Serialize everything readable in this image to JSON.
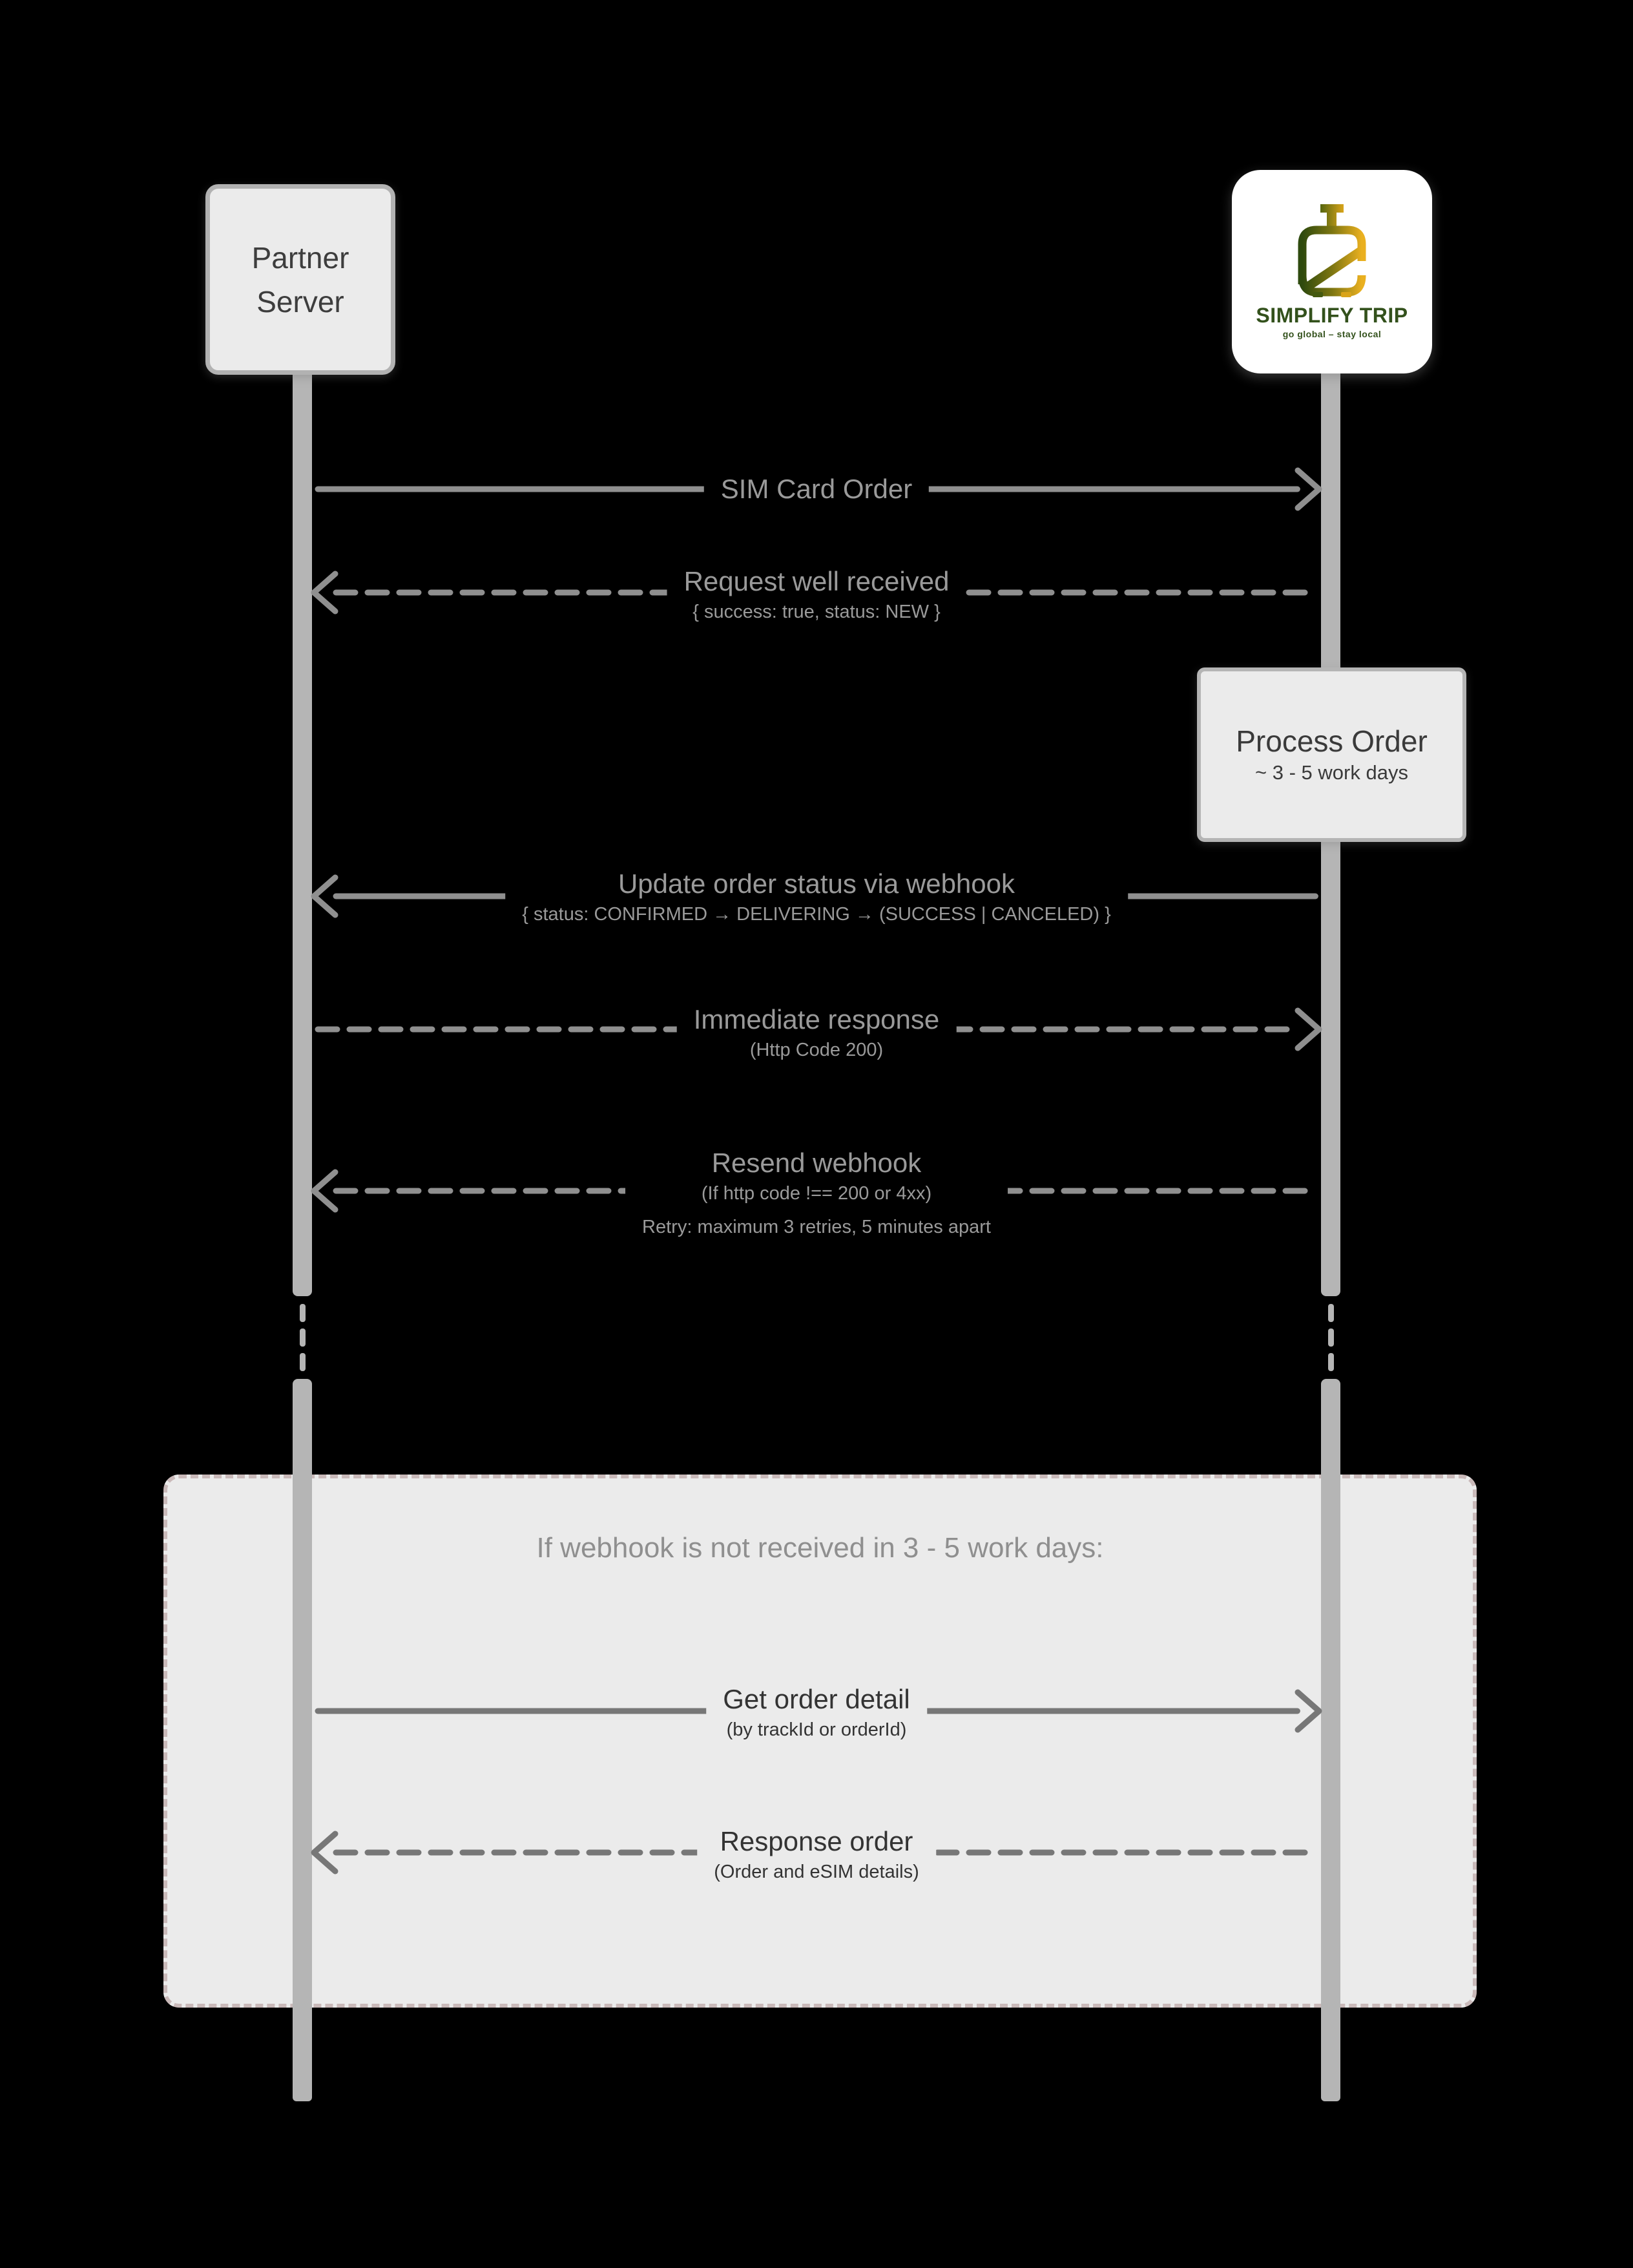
{
  "colors": {
    "background": "#000000",
    "lifeline": "#b5b5b5",
    "arrow_gray": "#8f8f8f",
    "inbox_arrow": "#777777",
    "box_fill": "#ebebeb",
    "box_border": "#b5b5b5",
    "alt_box_border": "#c9b9b9",
    "dark_text": "#3a3a3a",
    "brand_green": "#33511c",
    "brand_gold": "#eab020"
  },
  "actors": {
    "partner": {
      "line1": "Partner",
      "line2": "Server"
    },
    "simplify_trip": {
      "name": "SIMPLIFY TRIP",
      "tagline": "go global – stay local",
      "logo_icon": "suitcase-s-logo"
    }
  },
  "messages": [
    {
      "title": "SIM Card Order",
      "subs": []
    },
    {
      "title": "Request well received",
      "subs": [
        "{ success: true, status: NEW }"
      ]
    },
    {
      "title": "Update order status via webhook",
      "subs": [
        "{ status: CONFIRMED → DELIVERING → (SUCCESS | CANCELED) }"
      ]
    },
    {
      "title": "Immediate response",
      "subs": [
        "(Http Code 200)"
      ]
    },
    {
      "title": "Resend webhook",
      "subs": [
        "(If http code !== 200 or 4xx)",
        "Retry: maximum 3 retries, 5 minutes apart"
      ]
    },
    {
      "title": "Get order detail",
      "subs": [
        "(by trackId or orderId)"
      ]
    },
    {
      "title": "Response order",
      "subs": [
        "(Order and eSIM details)"
      ]
    }
  ],
  "process_box": {
    "title": "Process Order",
    "subtitle": "~ 3 - 5 work days"
  },
  "alt_box": {
    "title": "If webhook is not received in 3 - 5 work days:"
  }
}
